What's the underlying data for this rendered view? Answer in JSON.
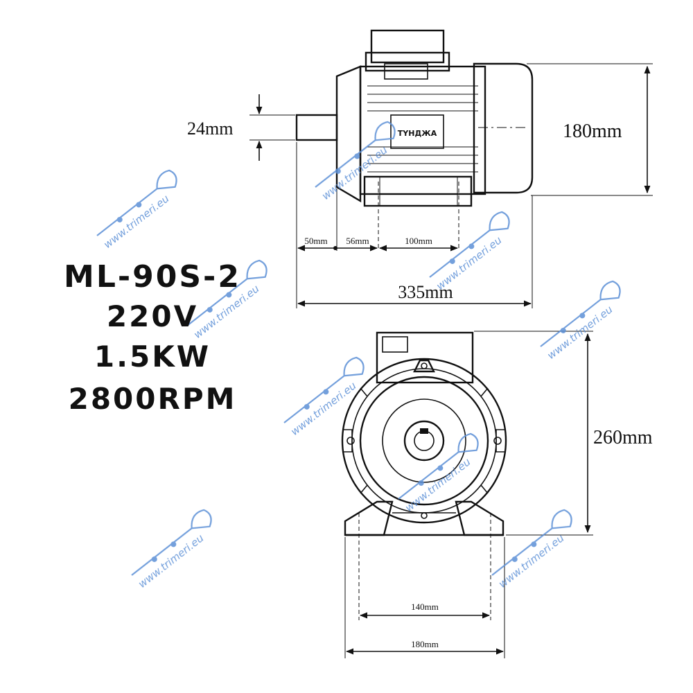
{
  "specs": {
    "model": "ML-90S-2",
    "voltage": "220V",
    "power": "1.5KW",
    "speed": "2800RPM"
  },
  "brand_label": "TYHДЖA",
  "dimensions": {
    "shaft_diameter": "24mm",
    "side_height": "180mm",
    "shaft_length": "50mm",
    "shaft_to_foot": "56mm",
    "foot_holes_length": "100mm",
    "total_length": "335mm",
    "total_height": "260mm",
    "foot_holes_width": "140mm",
    "base_width": "180mm"
  },
  "watermark": "www.trimeri.eu",
  "colors": {
    "line": "#111111",
    "watermark": "#5b8fd6"
  }
}
